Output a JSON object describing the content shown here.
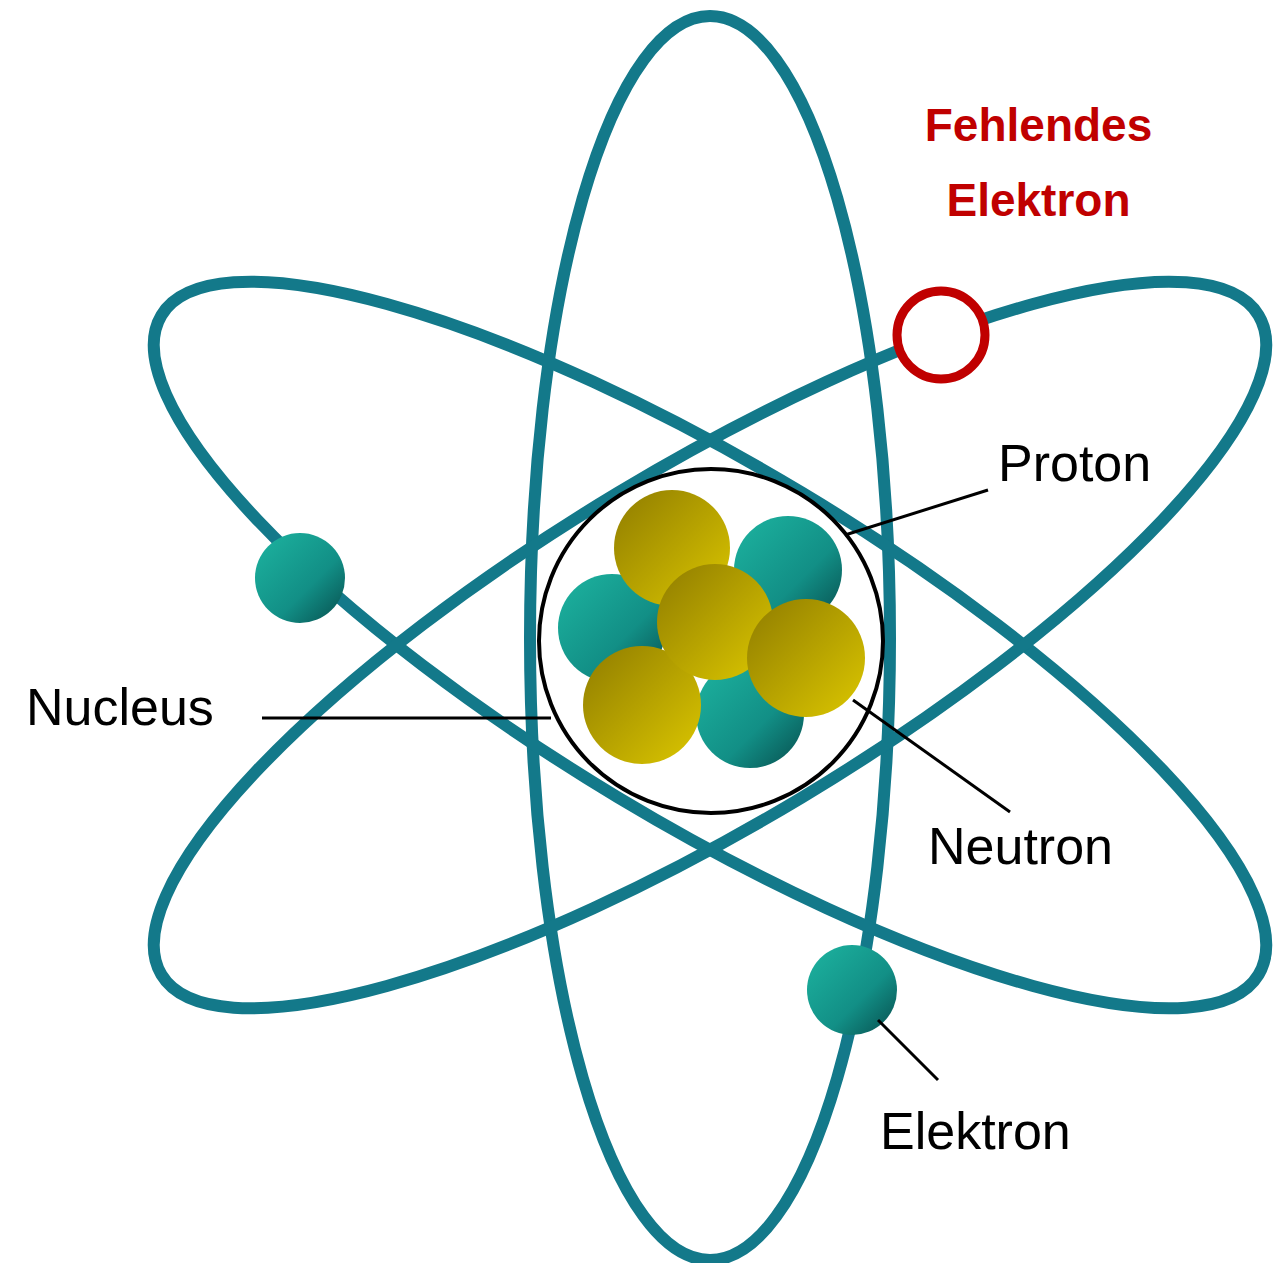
{
  "diagram": {
    "labels": [
      "Fehlendes Elektron",
      "Proton",
      "Nucleus",
      "Neutron",
      "Elektron"
    ]
  }
}
